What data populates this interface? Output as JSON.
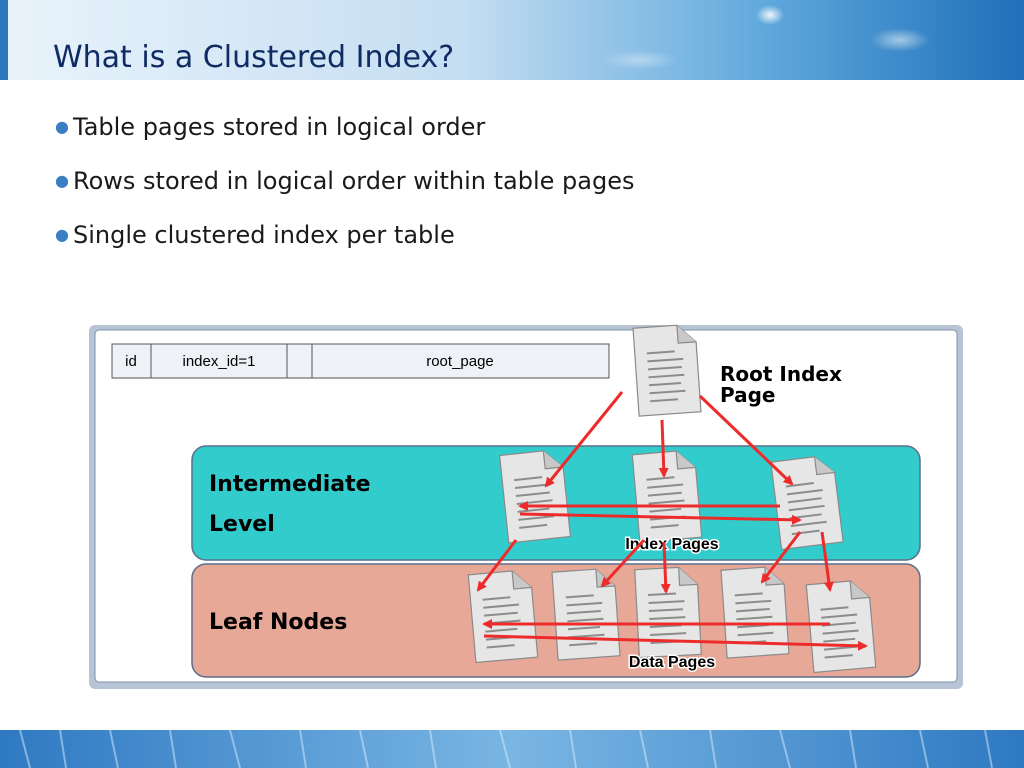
{
  "slide": {
    "title": "What is a Clustered Index?",
    "bullets": [
      "Table pages stored in logical order",
      "Rows stored in logical order within table pages",
      "Single clustered index per table"
    ]
  },
  "diagram": {
    "table_row": {
      "col1": "id",
      "col2": "index_id=1",
      "col3": "",
      "col4": "root_page"
    },
    "root_label_line1": "Root Index",
    "root_label_line2": "Page",
    "intermediate_label_line1": "Intermediate",
    "intermediate_label_line2": "Level",
    "leaf_label": "Leaf Nodes",
    "index_pages_label": "Index Pages",
    "data_pages_label": "Data Pages",
    "colors": {
      "intermediate_fill": "#33cccc",
      "leaf_fill": "#e8a898",
      "arrow": "#ee2b2b",
      "title": "#0f2b63"
    }
  }
}
